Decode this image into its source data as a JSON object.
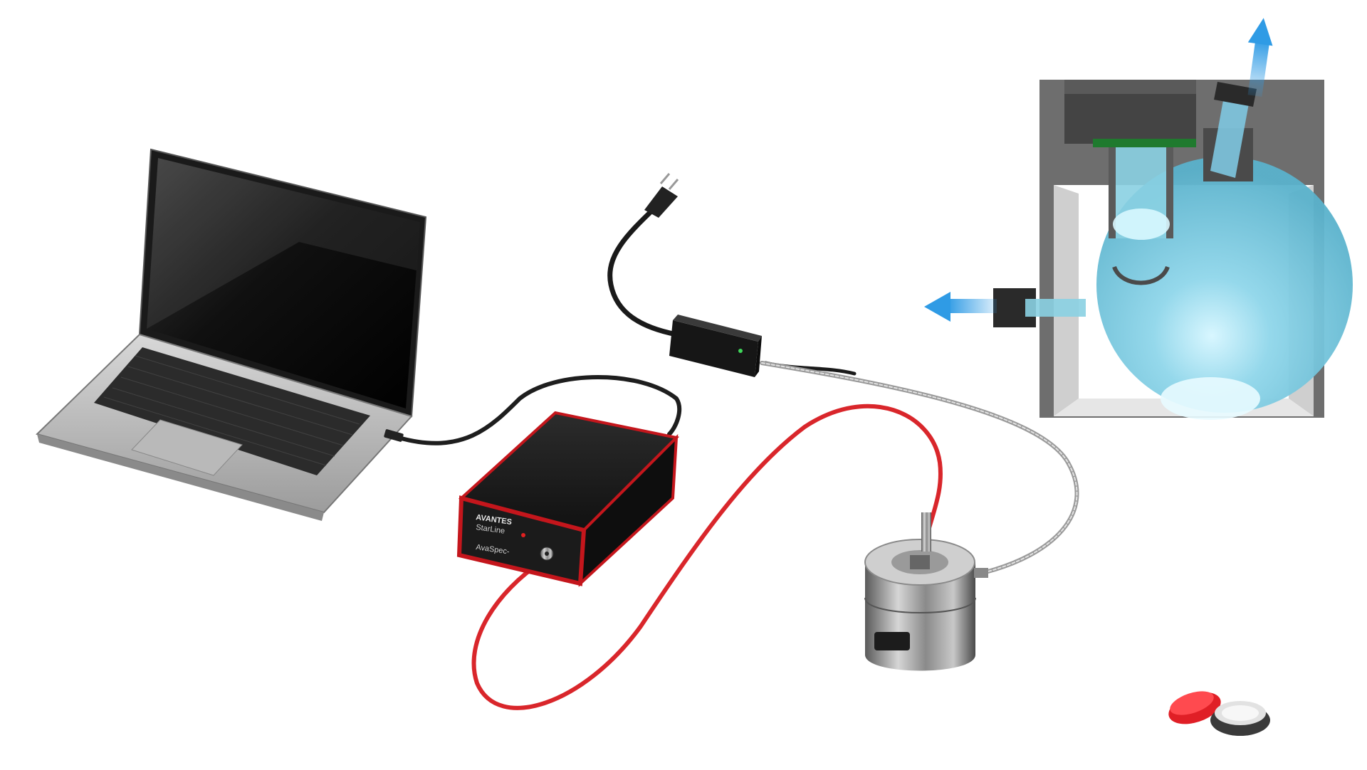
{
  "scene": {
    "background": "#ffffff",
    "objects": [
      "laptop",
      "spectrometer",
      "power-adapter",
      "power-plug",
      "light-source-probe",
      "integrating-sphere-cross-section",
      "fiber-optic-cable-red",
      "usb-cable",
      "metal-sheathed-fiber-cable",
      "sample-cup-with-red-lid"
    ]
  },
  "spectrometer": {
    "brand_text": "AVANTES",
    "line_text": "StarLine",
    "model_text": "AvaSpec-",
    "accent_color": "#c4161c",
    "body_color": "#1b1b1b"
  },
  "cables": {
    "fiber_color": "#d9262b",
    "usb_color": "#1e1e1e",
    "power_color": "#1a1a1a",
    "metal_color": "#9a9a9a"
  },
  "sphere": {
    "housing_color": "#6e6e6e",
    "sphere_color": "#7cc8de",
    "glow_color": "#bff0ff",
    "arrow_color": "#2f9be5",
    "filter_color": "#1f7a2e"
  },
  "sample_cup": {
    "lid_color": "#e01f26",
    "cup_color": "#3a3a3a"
  }
}
